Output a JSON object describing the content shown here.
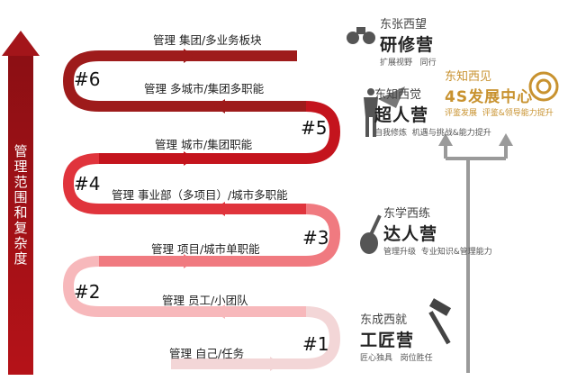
{
  "vertical_axis": {
    "label": "管理范围和复杂度"
  },
  "levels": [
    {
      "num": "#1",
      "label": "管理 自己/任务"
    },
    {
      "num": "#2",
      "label": "管理 员工/小团队"
    },
    {
      "num": "#3",
      "label": "管理 项目/城市单职能"
    },
    {
      "num": "#4",
      "label": "管理 事业部（多项目）/城市多职能"
    },
    {
      "num": "#5",
      "label": "管理 城市/集团职能"
    },
    {
      "num": "#6",
      "label": "管理 多城市/集团多职能"
    },
    {
      "num": "",
      "label": "管理 集团/多业务板块"
    }
  ],
  "camps": [
    {
      "line1": "东张西望",
      "line2": "研修营",
      "line3": "扩展视野",
      "line4": "同行"
    },
    {
      "line1": "东知西见",
      "line2": "4S发展中心",
      "line3": "评鉴发展",
      "line4": "评鉴&领导能力提升"
    },
    {
      "line1": "东知西觉",
      "line2": "超人营",
      "line3": "自我修炼",
      "line4": "机遇与挑战&能力提升"
    },
    {
      "line1": "东学西练",
      "line2": "达人营",
      "line3": "管理升级",
      "line4": "专业知识&管理能力"
    },
    {
      "line1": "东成西就",
      "line2": "工匠营",
      "line3": "匠心独具",
      "line4": "岗位胜任"
    }
  ],
  "colors": {
    "dark_red": "#9e1b1b",
    "red": "#c4141d",
    "light_red": "#ef4a52",
    "pink": "#f6b3b6",
    "gold": "#c8922f",
    "gray": "#9a9a9a"
  }
}
